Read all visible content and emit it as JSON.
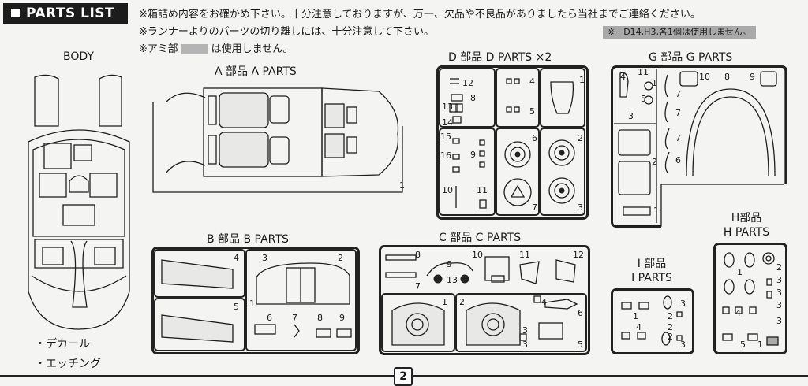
{
  "header": {
    "title": "PARTS LIST"
  },
  "notes": {
    "line1": "※箱詰め内容をお確かめ下さい。十分注意しておりますが、万一、欠品や不良品がありましたら当社までご連絡ください。",
    "line2": "※ランナーよりのパーツの切り離しには、十分注意して下さい。",
    "line3_prefix": "※アミ部",
    "line3_suffix": "は使用しません。",
    "unused": "※　D14,H3,各1個は使用しません。"
  },
  "body": {
    "title": "BODY"
  },
  "extras": {
    "decal": "・デカール",
    "etching": "・エッチング"
  },
  "page_number": "2",
  "sections": {
    "a": {
      "title": "A 部品 A PARTS",
      "nums": [
        "1"
      ]
    },
    "b": {
      "title": "B 部品 B PARTS",
      "nums": [
        "4",
        "5",
        "3",
        "2",
        "1",
        "6",
        "7",
        "8",
        "9"
      ]
    },
    "c": {
      "title": "C 部品 C PARTS",
      "nums": [
        "8",
        "9",
        "10",
        "11",
        "12",
        "7",
        "13",
        "1",
        "2",
        "4",
        "6",
        "3",
        "5",
        "3"
      ]
    },
    "d": {
      "title": "D 部品 D PARTS ×2",
      "nums": [
        "12",
        "8",
        "13",
        "14",
        "4",
        "5",
        "1",
        "15",
        "16",
        "9",
        "10",
        "11",
        "6",
        "2",
        "7",
        "3"
      ]
    },
    "g": {
      "title": "G 部品 G PARTS",
      "nums": [
        "4",
        "11",
        "1",
        "7",
        "5",
        "10",
        "8",
        "9",
        "3",
        "7",
        "2",
        "7",
        "6",
        "1"
      ]
    },
    "h": {
      "title1": "H部品",
      "title2": "H PARTS",
      "nums": [
        "2",
        "1",
        "3",
        "3",
        "3",
        "4",
        "3",
        "5",
        "1"
      ]
    },
    "i": {
      "title1": "I 部品",
      "title2": "I PARTS",
      "nums": [
        "3",
        "1",
        "2",
        "4",
        "2",
        "2",
        "3"
      ]
    }
  }
}
